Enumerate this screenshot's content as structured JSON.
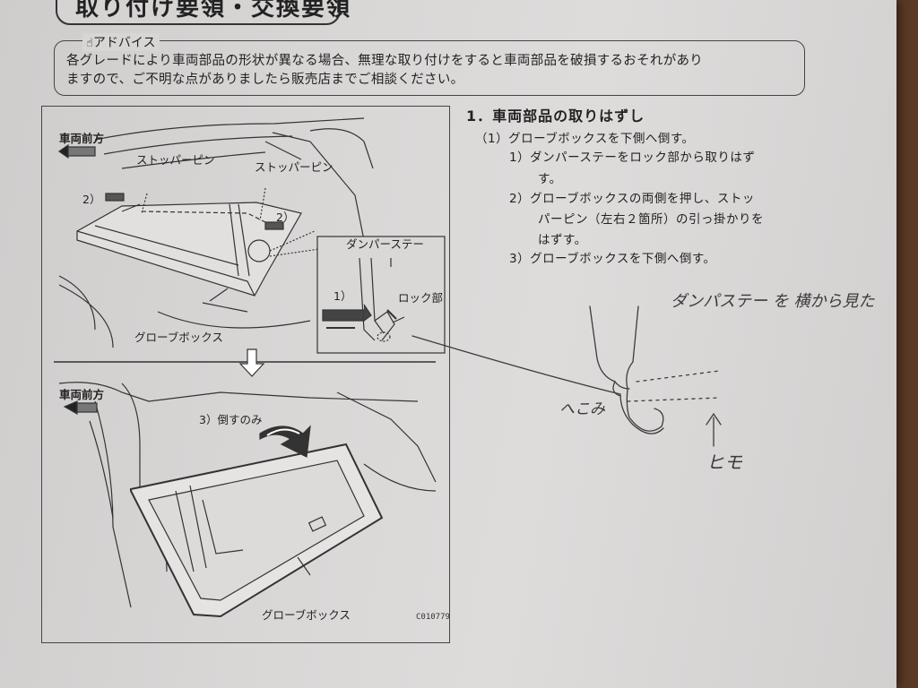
{
  "document": {
    "title": "取り付け要領・交換要領",
    "advice": {
      "label": "アドバイス",
      "line1": "各グレードにより車両部品の形状が異なる場合、無理な取り付けをすると車両部品を破損するおそれがあり",
      "line2": "ますので、ご不明な点がありましたら販売店までご相談ください。"
    },
    "figure": {
      "front_label_top": "車両前方",
      "stopper_pin_left": "ストッパーピン",
      "stopper_pin_right": "ストッパーピン",
      "step2_left": "2）",
      "step2_right": "2）",
      "damper_stay": "ダンパーステー",
      "step1": "1）",
      "lock_part": "ロック部",
      "glovebox_top": "グローブボックス",
      "front_label_bottom": "車両前方",
      "step3_tilt": "3）倒すのみ",
      "glovebox_bottom": "グローブボックス",
      "code": "C010779"
    },
    "instructions": {
      "section_title": "1．車両部品の取りはずし",
      "step1": "（1）グローブボックスを下側へ倒す。",
      "sub1a": "1）ダンパーステーをロック部から取りはず",
      "sub1b": "す。",
      "sub2a": "2）グローブボックスの両側を押し、ストッ",
      "sub2b": "パーピン（左右２箇所）の引っ掛かりを",
      "sub2c": "はずす。",
      "sub3": "3）グローブボックスを下側へ倒す。"
    },
    "handwritten": {
      "note": "ダンパステー を 横から見た",
      "dent": "へこみ",
      "string": "ヒモ"
    }
  }
}
